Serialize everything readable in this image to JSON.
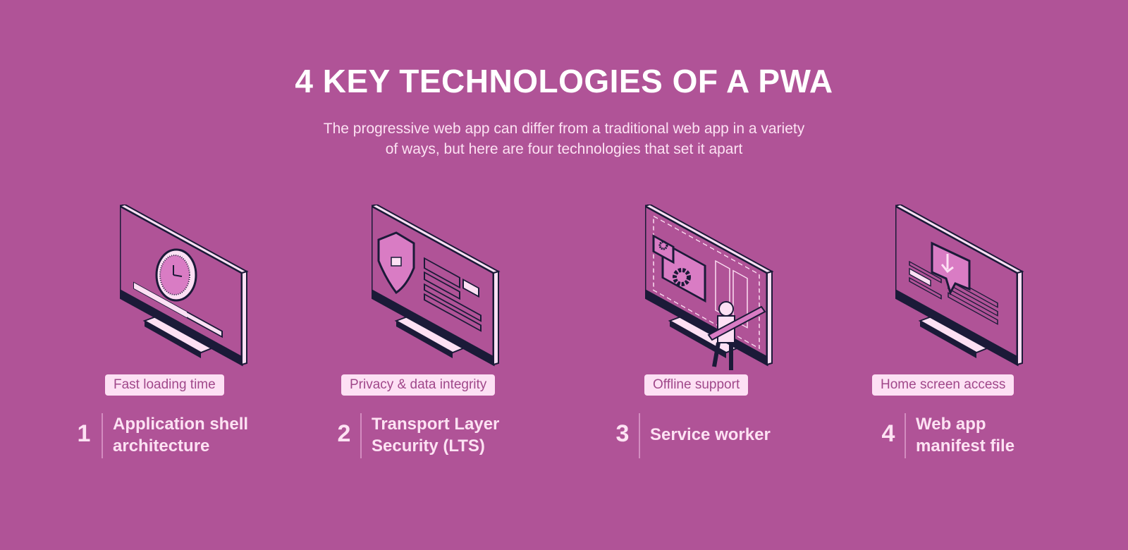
{
  "header": {
    "title": "4 KEY TECHNOLOGIES OF A PWA",
    "subtitle_line1": "The progressive web app can differ from a traditional web app in a variety",
    "subtitle_line2": "of ways, but here are four technologies that set it apart"
  },
  "colors": {
    "background": "#b05397",
    "ink": "#1b1a38",
    "light": "#fde0f4",
    "accent": "#d97cc4"
  },
  "technologies": [
    {
      "number": "1",
      "badge": "Fast loading time",
      "line1": "Application shell",
      "line2": "architecture",
      "icon": "clock-monitor-icon"
    },
    {
      "number": "2",
      "badge": "Privacy & data integrity",
      "line1": "Transport Layer",
      "line2": "Security (LTS)",
      "icon": "shield-monitor-icon"
    },
    {
      "number": "3",
      "badge": "Offline support",
      "line1": "Service worker",
      "line2": "",
      "icon": "gear-monitor-icon"
    },
    {
      "number": "4",
      "badge": "Home screen access",
      "line1": "Web app",
      "line2": "manifest file",
      "icon": "download-monitor-icon"
    }
  ]
}
